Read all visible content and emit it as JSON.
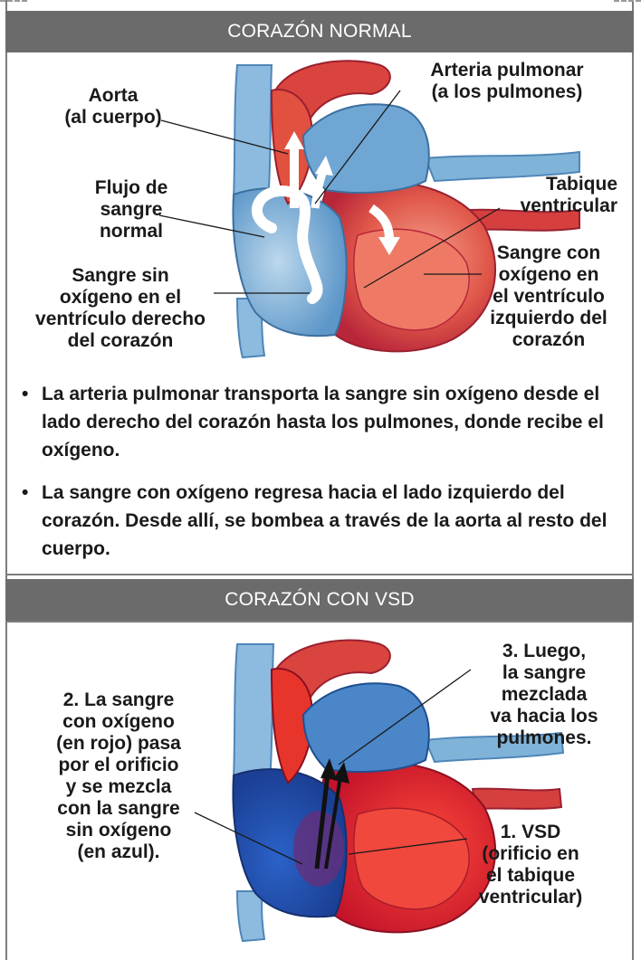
{
  "normal_section": {
    "title": "CORAZÓN NORMAL",
    "labels": {
      "aorta": "Aorta\n(al cuerpo)",
      "arteria_pulmonar": "Arteria pulmonar\n(a los pulmones)",
      "flujo": "Flujo de\nsangre\nnormal",
      "tabique": "Tabique\nventricular",
      "sin_oxigeno": "Sangre sin\noxígeno en el\nventrículo derecho\ndel corazón",
      "con_oxigeno": "Sangre con\noxígeno en\nel ventrículo\nizquierdo del\ncorazón"
    },
    "bullets": [
      "La arteria pulmonar transporta la sangre sin oxígeno desde el lado derecho del corazón hasta los pulmones, donde recibe el oxígeno.",
      "La sangre con oxígeno regresa hacia el lado izquierdo del corazón. Desde allí, se bombea a través de la aorta al resto del cuerpo."
    ]
  },
  "vsd_section": {
    "title": "CORAZÓN CON VSD",
    "labels": {
      "step2": "2. La sangre\ncon oxígeno\n(en rojo) pasa\npor el orificio\ny se mezcla\ncon la sangre\nsin oxígeno\n(en azul).",
      "step3": "3. Luego,\nla sangre\nmezclada\nva hacia los\npulmones.",
      "step1": "1. VSD\n(orificio en\nel tabique\nventricular)"
    }
  },
  "colors": {
    "header_bg": "#6b6b6b",
    "vein_blue": "#7fb3d8",
    "deep_blue": "#2f6fb8",
    "oxygen_red": "#e0383c",
    "flow_white": "#ffffff"
  }
}
